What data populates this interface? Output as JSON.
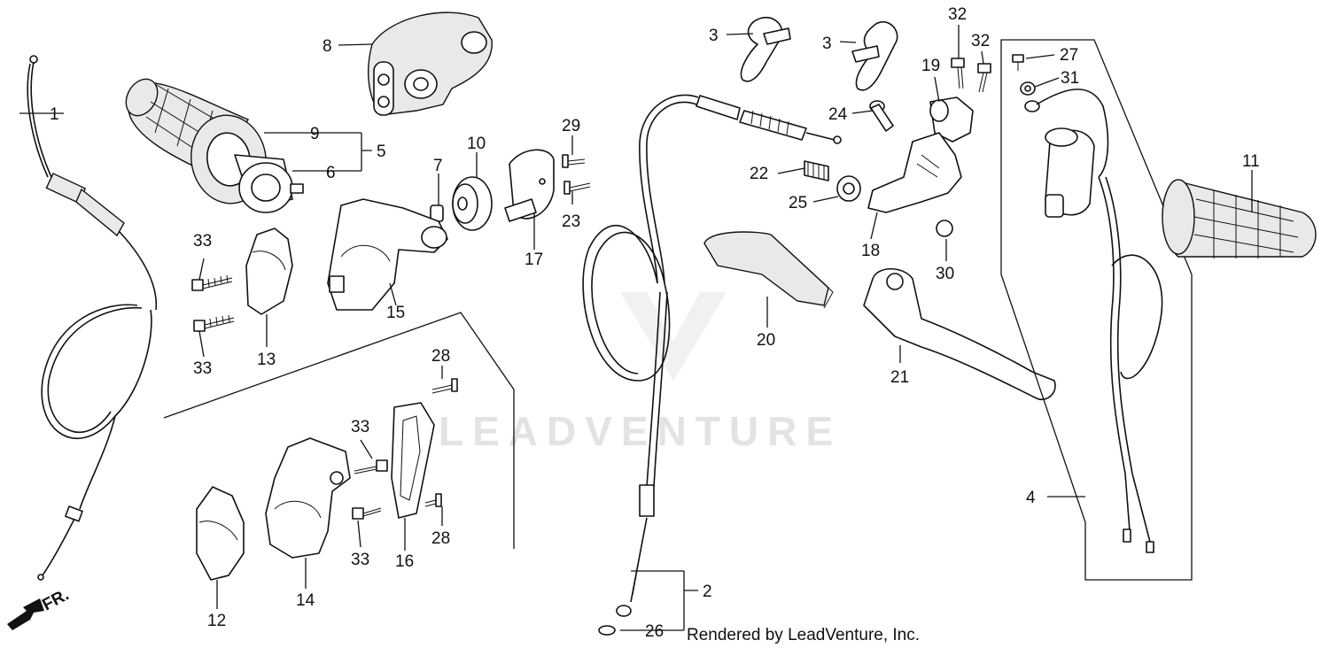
{
  "watermark": "LEADVENTURE",
  "footer_text": "Rendered by LeadVenture, Inc.",
  "direction_label": "FR.",
  "callouts": [
    "1",
    "2",
    "3",
    "3",
    "4",
    "5",
    "6",
    "7",
    "8",
    "9",
    "10",
    "11",
    "12",
    "13",
    "14",
    "15",
    "16",
    "17",
    "18",
    "19",
    "20",
    "21",
    "22",
    "23",
    "24",
    "25",
    "26",
    "27",
    "28",
    "28",
    "29",
    "30",
    "31",
    "32",
    "32",
    "33",
    "33",
    "33",
    "33"
  ]
}
